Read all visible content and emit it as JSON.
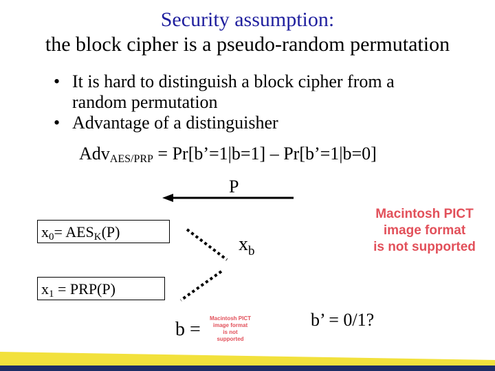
{
  "slide": {
    "title_line1": "Security assumption:",
    "title_line2": "the block cipher is a pseudo-random permutation",
    "bullet_char": "•",
    "bullet1_line1": "It is hard to distinguish a block cipher from a",
    "bullet1_line2": "random permutation",
    "bullet2": "Advantage of a distinguisher",
    "adv_prefix": "Adv",
    "adv_subscript": "AES/PRP",
    "adv_formula": " = Pr[b’=1|b=1] – Pr[b’=1|b=0]",
    "arrow_label": "P",
    "x0_var": "x",
    "x0_sub": "0",
    "x0_mid": "= AES",
    "x0_key_sub": "K",
    "x0_tail": "(P)",
    "x1_var": "x",
    "x1_sub": "1",
    "x1_tail": " =  PRP(P)",
    "xb_var": "x",
    "xb_sub": "b",
    "b_equals": "b =",
    "b_prime_question": "b’ = 0/1?",
    "pict_placeholder_line1": "Macintosh PICT",
    "pict_placeholder_line2": "image format",
    "pict_placeholder_line3": "is not supported"
  },
  "colors": {
    "title_accent": "#1f1f9e",
    "pict_text": "#e2505a",
    "bar_yellow": "#f2e13c",
    "bar_navy": "#1c2d66"
  }
}
